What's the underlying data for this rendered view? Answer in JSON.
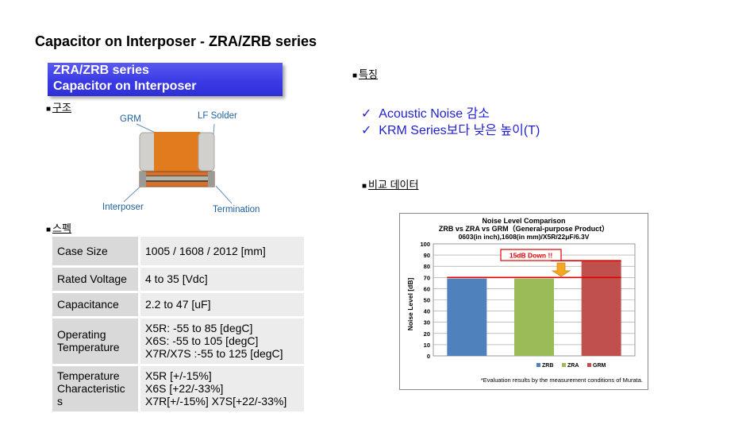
{
  "page": {
    "title": "Capacitor on Interposer - ZRA/ZRB series",
    "banner": {
      "line1": "ZRA/ZRB series",
      "line2": "Capacitor on Interposer"
    }
  },
  "structure": {
    "section_label": "구조",
    "labels": {
      "grm": "GRM",
      "lf_solder": "LF Solder",
      "interposer": "Interposer",
      "termination": "Termination"
    },
    "colors": {
      "body": "#e07b1e",
      "terminal": "#d0cfcc",
      "interposer": "#d8702a"
    }
  },
  "spec": {
    "section_label": "스펙",
    "rows": [
      {
        "key": "Case Size",
        "value": [
          "1005 / 1608 / 2012 [mm]"
        ]
      },
      {
        "key": "Rated Voltage",
        "value": [
          "4 to 35 [Vdc]"
        ]
      },
      {
        "key": "Capacitance",
        "value": [
          "2.2 to 47 [uF]"
        ]
      },
      {
        "key": "Operating Temperature",
        "value": [
          "X5R: -55 to 85 [degC]",
          "X6S: -55 to 105 [degC]",
          "X7R/X7S :-55 to 125 [degC]"
        ]
      },
      {
        "key": "Temperature Characteristic s",
        "value": [
          "X5R [+/-15%]",
          "X6S [+22/-33%]",
          "X7R[+/-15%] X7S[+22/-33%]"
        ]
      }
    ]
  },
  "features": {
    "section_label": "특징",
    "items": [
      "Acoustic Noise 감소",
      "KRM Series보다 낮은 높이(T)"
    ],
    "color": "#1f1fcf"
  },
  "comparison": {
    "section_label": "비교 데이터"
  },
  "chart_data": {
    "type": "bar",
    "title": "Noise Level Comparison",
    "subtitle": "ZRB vs ZRA vs GRM（General-purpose Product）",
    "subtitle2": "0603(in inch),1608(in mm)/X5R/22μF/6.3V",
    "ylabel": "Noise Level [dB]",
    "xlabel": "",
    "ylim": [
      0,
      100
    ],
    "yticks": [
      0,
      10,
      20,
      30,
      40,
      50,
      60,
      70,
      80,
      90,
      100
    ],
    "categories": [
      "ZRB",
      "ZRA",
      "GRM"
    ],
    "values": [
      69,
      69,
      85
    ],
    "colors": [
      "#4f81bd",
      "#9bbb59",
      "#c0504d"
    ],
    "reference_line": 70,
    "annotation": "15dB Down !!",
    "legend": [
      "ZRB",
      "ZRA",
      "GRM"
    ],
    "legend_position": "bottom",
    "footnote": "*Evaluation results by the measurement conditions of Murata.",
    "grid": true
  }
}
